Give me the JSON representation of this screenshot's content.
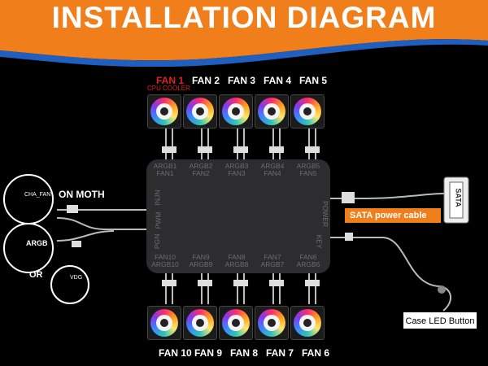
{
  "title": "INSTALLATION DIAGRAM",
  "fans_top": [
    {
      "label": "FAN 1",
      "highlight": true
    },
    {
      "label": "FAN 2"
    },
    {
      "label": "FAN 3"
    },
    {
      "label": "FAN 4"
    },
    {
      "label": "FAN 5"
    }
  ],
  "fans_bottom": [
    {
      "label": "FAN 10"
    },
    {
      "label": "FAN 9"
    },
    {
      "label": "FAN 8"
    },
    {
      "label": "FAN 7"
    },
    {
      "label": "FAN 6"
    }
  ],
  "cpu_cooler_label": "CPU COOLER",
  "hub": {
    "top_ports": [
      {
        "line1": "ARGB1",
        "line2": "FAN1"
      },
      {
        "line1": "ARGB2",
        "line2": "FAN2"
      },
      {
        "line1": "ARGB3",
        "line2": "FAN3"
      },
      {
        "line1": "ARGB4",
        "line2": "FAN4"
      },
      {
        "line1": "ARGB5",
        "line2": "FAN5"
      }
    ],
    "bottom_ports": [
      {
        "line1": "FAN10",
        "line2": "ARGB10"
      },
      {
        "line1": "FAN9",
        "line2": "ARGB9"
      },
      {
        "line1": "FAN8",
        "line2": "ARGB8"
      },
      {
        "line1": "FAN7",
        "line2": "ARGB7"
      },
      {
        "line1": "FAN6",
        "line2": "ARGB6"
      }
    ],
    "left_labels": [
      "INJN",
      "PWM",
      "PGN"
    ],
    "right_labels": [
      "POWER",
      "KEY"
    ]
  },
  "left_panel": {
    "on_moth": "ON MOTH",
    "cha_fan": "CHA_FAN",
    "argb": "ARGB",
    "or": "OR",
    "vdg": "VDG"
  },
  "sata_label": "SATA power cable",
  "sata_connector_text": "SATA",
  "led_button_label": "Case LED Button",
  "colors": {
    "banner": "#f07e1b",
    "accent_red": "#e02020",
    "hub": "#2d2d2f"
  }
}
